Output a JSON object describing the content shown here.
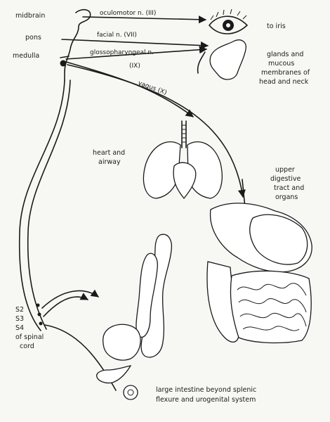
{
  "labels": {
    "midbrain": "midbrain",
    "pons": "pons",
    "medulla": "medulla",
    "oculomotor": "oculomotor n. (III)",
    "facial": "facial n. (VII)",
    "glosso": "glossopharyngeal n.",
    "glosso_num": "(IX)",
    "vagus": "vagus (X)",
    "to_iris": "to iris",
    "glands_1": "glands and",
    "glands_2": "mucous",
    "glands_3": "membranes of",
    "glands_4": "head and neck",
    "heart_1": "heart and",
    "heart_2": "airway",
    "upper_1": "upper",
    "upper_2": "digestive",
    "upper_3": "tract and",
    "upper_4": "organs",
    "s2": "S2",
    "s3": "S3",
    "s4": "S4",
    "spinal_1": "of spinal",
    "spinal_2": "cord",
    "large_1": "large intestine beyond splenic",
    "large_2": "flexure and urogenital system"
  },
  "icons": [
    "eye-icon",
    "salivary-gland-icon",
    "lungs-heart-icon",
    "digestive-organs-icon",
    "intestine-bladder-icon"
  ],
  "colors": {
    "ink": "#1a1a1a",
    "paper": "#f7f7f4"
  }
}
